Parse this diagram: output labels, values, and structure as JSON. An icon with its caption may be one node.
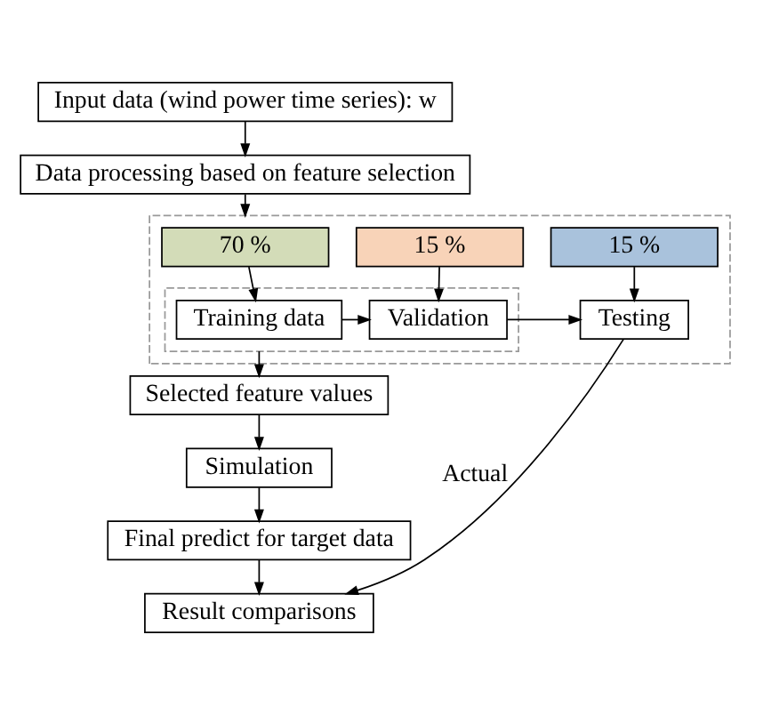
{
  "diagram": {
    "nodes": [
      {
        "text": [
          "Input data (wind power time series): w"
        ]
      },
      {
        "text": [
          "Data processing based on feature selection"
        ]
      },
      {
        "text": [],
        "shape": "box"
      },
      {
        "text": [
          "70 %"
        ],
        "in": 2
      },
      {
        "text": [
          "15 %"
        ],
        "in": 2
      },
      {
        "text": [
          "15 %"
        ],
        "in": 2
      },
      {
        "text": [],
        "shape": "box",
        "in": 2
      },
      {
        "text": [
          "Training data"
        ],
        "in": 6
      },
      {
        "text": [
          "Validation"
        ],
        "in": 6
      },
      {
        "text": [
          "Testing"
        ],
        "in": 2
      },
      {
        "text": [
          "Selected feature values"
        ]
      },
      {
        "text": [
          "Simulation"
        ]
      },
      {
        "text": [
          "Final predict for target data"
        ]
      },
      {
        "text": [
          "Result comparisons"
        ]
      }
    ],
    "edges": [
      {
        "from": 0,
        "to": 1,
        "arrow": "to"
      },
      {
        "from": 1,
        "to": 2,
        "arrow": "to"
      },
      {
        "from": 3,
        "to": 7,
        "arrow": "to"
      },
      {
        "from": 4,
        "to": 8,
        "arrow": "to"
      },
      {
        "from": 5,
        "to": 9,
        "arrow": "to"
      },
      {
        "from": 7,
        "to": 8,
        "arrow": "to"
      },
      {
        "from": 8,
        "to": 9,
        "arrow": "to"
      },
      {
        "from": 6,
        "to": 10,
        "arrow": "to"
      },
      {
        "from": 10,
        "to": 11,
        "arrow": "to"
      },
      {
        "from": 11,
        "to": 12,
        "arrow": "to"
      },
      {
        "from": 12,
        "to": 13,
        "arrow": "to"
      },
      {
        "from": 9,
        "to": 13,
        "arrow": "to",
        "label": "Actual"
      }
    ]
  }
}
